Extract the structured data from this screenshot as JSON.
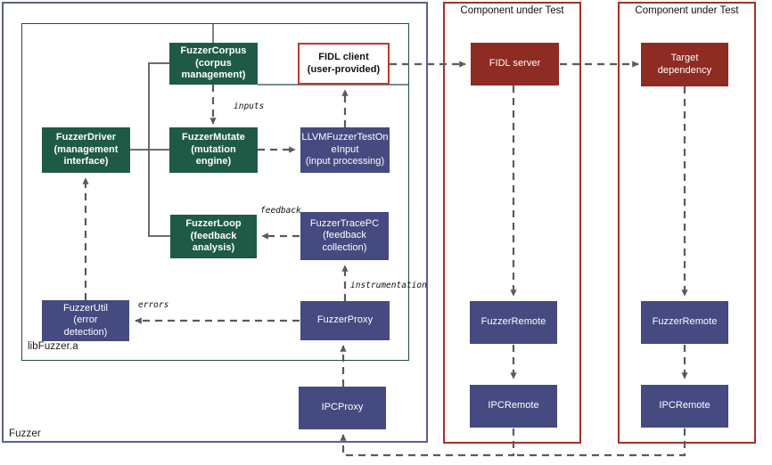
{
  "diagram": {
    "title": "libFuzzer / FIDL fuzzing architecture",
    "colors": {
      "green_fill": "#1f5a47",
      "navy_fill": "#454a80",
      "maroon_fill": "#8e2b22",
      "blue_border": "#5b5f96",
      "green_border": "#1f4d3f",
      "red_border": "#a43226",
      "white_fill": "#ffffff",
      "arrow": "#5a5a5a"
    }
  },
  "containers": {
    "fuzzer": {
      "label": "Fuzzer"
    },
    "libfuzzer": {
      "label": "libFuzzer.a"
    },
    "cut1": {
      "label": "Component under Test"
    },
    "cut2": {
      "label": "Component under Test"
    }
  },
  "nodes": {
    "fuzzer_corpus": {
      "label": "FuzzerCorpus\n(corpus\nmanagement)",
      "style": "green"
    },
    "fidl_client": {
      "label": "FIDL client\n(user-provided)",
      "style": "white-red"
    },
    "fuzzer_driver": {
      "label": "FuzzerDriver\n(management\ninterface)",
      "style": "green"
    },
    "fuzzer_mutate": {
      "label": "FuzzerMutate\n(mutation\nengine)",
      "style": "green"
    },
    "llvm_test_input": {
      "label": "LLVMFuzzerTestOn\neInput\n(input processing)",
      "style": "navy"
    },
    "fuzzer_loop": {
      "label": "FuzzerLoop\n(feedback\nanalysis)",
      "style": "green"
    },
    "fuzzer_trace_pc": {
      "label": "FuzzerTracePC\n(feedback\ncollection)",
      "style": "navy"
    },
    "fuzzer_util": {
      "label": "FuzzerUtil\n(error\ndetection)",
      "style": "navy"
    },
    "fuzzer_proxy": {
      "label": "FuzzerProxy",
      "style": "navy"
    },
    "ipc_proxy": {
      "label": "IPCProxy",
      "style": "navy"
    },
    "fidl_server": {
      "label": "FIDL server",
      "style": "maroon"
    },
    "target_dep": {
      "label": "Target\ndependency",
      "style": "maroon"
    },
    "fuzzer_remote_1": {
      "label": "FuzzerRemote",
      "style": "navy"
    },
    "ipc_remote_1": {
      "label": "IPCRemote",
      "style": "navy"
    },
    "fuzzer_remote_2": {
      "label": "FuzzerRemote",
      "style": "navy"
    },
    "ipc_remote_2": {
      "label": "IPCRemote",
      "style": "navy"
    }
  },
  "edge_labels": {
    "inputs": "inputs",
    "feedback": "feedback",
    "instrumentation": "instrumentation",
    "errors": "errors"
  },
  "edges": [
    {
      "from": "fuzzer_corpus",
      "to": "fuzzer_mutate",
      "label": "inputs",
      "style": "dashed"
    },
    {
      "from": "fuzzer_mutate",
      "to": "llvm_test_input",
      "label": "",
      "style": "dashed"
    },
    {
      "from": "llvm_test_input",
      "to": "fidl_client",
      "label": "",
      "style": "dashed"
    },
    {
      "from": "fidl_client",
      "to": "fidl_server",
      "label": "",
      "style": "dashed"
    },
    {
      "from": "fidl_server",
      "to": "target_dep",
      "label": "",
      "style": "dashed"
    },
    {
      "from": "fuzzer_trace_pc",
      "to": "fuzzer_loop",
      "label": "feedback",
      "style": "dashed"
    },
    {
      "from": "fuzzer_proxy",
      "to": "fuzzer_trace_pc",
      "label": "instrumentation",
      "style": "dashed"
    },
    {
      "from": "fuzzer_proxy",
      "to": "fuzzer_util",
      "label": "errors",
      "style": "dashed"
    },
    {
      "from": "fuzzer_util",
      "to": "fuzzer_driver",
      "label": "",
      "style": "dashed"
    },
    {
      "from": "ipc_proxy",
      "to": "fuzzer_proxy",
      "label": "",
      "style": "dashed"
    },
    {
      "from": "fidl_server",
      "to": "fuzzer_remote_1",
      "label": "",
      "style": "dashed"
    },
    {
      "from": "fuzzer_remote_1",
      "to": "ipc_remote_1",
      "label": "",
      "style": "dashed"
    },
    {
      "from": "target_dep",
      "to": "fuzzer_remote_2",
      "label": "",
      "style": "dashed"
    },
    {
      "from": "fuzzer_remote_2",
      "to": "ipc_remote_2",
      "label": "",
      "style": "dashed"
    },
    {
      "from": "ipc_remote_1",
      "to": "ipc_proxy",
      "label": "",
      "style": "dashed"
    },
    {
      "from": "ipc_remote_2",
      "to": "ipc_proxy",
      "label": "",
      "style": "dashed"
    },
    {
      "from": "fuzzer_driver",
      "to": "fuzzer_corpus",
      "label": "",
      "style": "solid"
    },
    {
      "from": "fuzzer_driver",
      "to": "fuzzer_mutate",
      "label": "",
      "style": "solid"
    },
    {
      "from": "fuzzer_driver",
      "to": "fuzzer_loop",
      "label": "",
      "style": "solid"
    }
  ]
}
